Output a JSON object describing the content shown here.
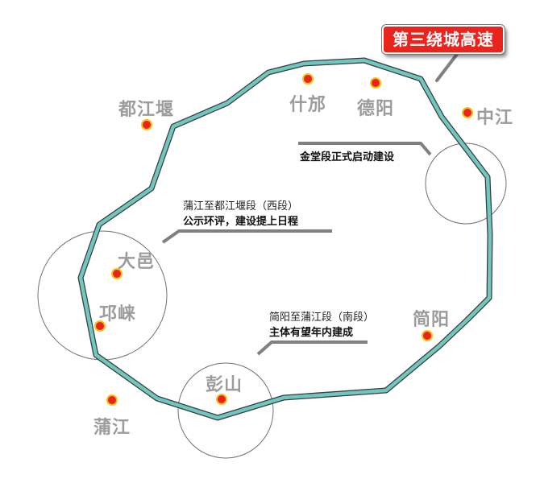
{
  "title": "第三绕城高速",
  "colors": {
    "ring": "#6fc7c0",
    "ring_outline": "#3a3a3a",
    "city_label": "#9c9c9c",
    "marker": "#e8241c",
    "marker_rim": "#f3c21a",
    "badge": "#e8241c"
  },
  "cities": [
    {
      "id": "shifang",
      "name": "什邡"
    },
    {
      "id": "deyang",
      "name": "德阳"
    },
    {
      "id": "zhongjiang",
      "name": "中江"
    },
    {
      "id": "dujiangyan",
      "name": "都江堰"
    },
    {
      "id": "dayi",
      "name": "大邑"
    },
    {
      "id": "qionglai",
      "name": "邛崃"
    },
    {
      "id": "pengshan",
      "name": "彭山"
    },
    {
      "id": "pujiang",
      "name": "蒲江"
    },
    {
      "id": "jianyang",
      "name": "简阳"
    }
  ],
  "notes": {
    "jintang": {
      "line1": "金堂段正式启动建设"
    },
    "west": {
      "line1": "蒲江至都江堰段（西段）",
      "line2": "公示环评，建设提上日程"
    },
    "south": {
      "line1": "简阳至蒲江段（南段）",
      "line2": "主体有望年内建成"
    }
  }
}
